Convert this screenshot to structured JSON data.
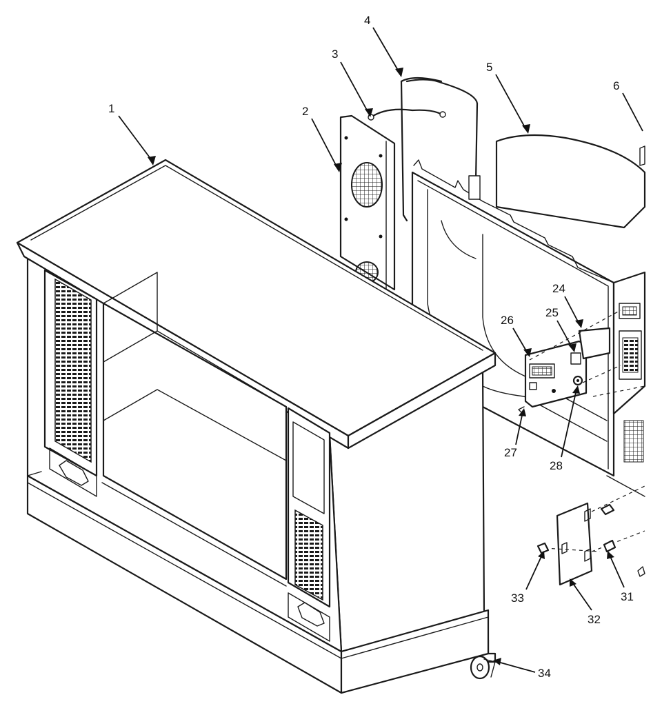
{
  "callouts": [
    {
      "id": "c1",
      "label": "1"
    },
    {
      "id": "c2",
      "label": "2"
    },
    {
      "id": "c3",
      "label": "3"
    },
    {
      "id": "c4",
      "label": "4"
    },
    {
      "id": "c5",
      "label": "5"
    },
    {
      "id": "c6",
      "label": "6"
    },
    {
      "id": "c24",
      "label": "24"
    },
    {
      "id": "c25",
      "label": "25"
    },
    {
      "id": "c26",
      "label": "26"
    },
    {
      "id": "c27",
      "label": "27"
    },
    {
      "id": "c28",
      "label": "28"
    },
    {
      "id": "c31",
      "label": "31"
    },
    {
      "id": "c32",
      "label": "32"
    },
    {
      "id": "c33",
      "label": "33"
    },
    {
      "id": "c34",
      "label": "34"
    }
  ]
}
